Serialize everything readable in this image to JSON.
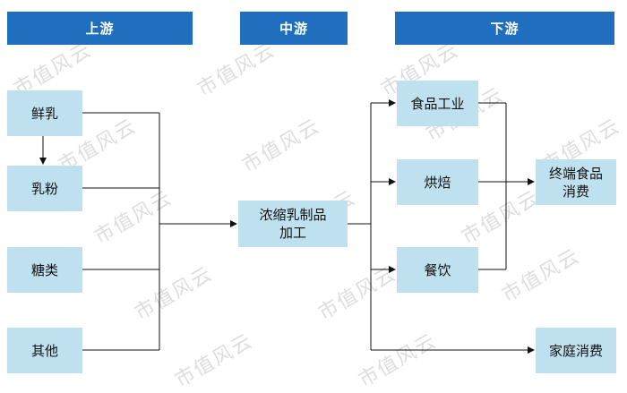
{
  "headers": {
    "upstream": "上游",
    "midstream": "中游",
    "downstream": "下游"
  },
  "upstream_nodes": {
    "fresh_milk": "鲜乳",
    "milk_powder": "乳粉",
    "sugar": "糖类",
    "other": "其他"
  },
  "midstream_node": {
    "line1": "浓缩乳制品",
    "line2": "加工"
  },
  "downstream_nodes": {
    "food_industry": "食品工业",
    "baking": "烘焙",
    "catering": "餐饮"
  },
  "end_nodes": {
    "terminal_food_line1": "终端食品",
    "terminal_food_line2": "消费",
    "household": "家庭消费"
  },
  "watermark": "市值风云",
  "colors": {
    "header_bg": "#1f6fbe",
    "box_bg": "#bfe0ee",
    "line": "#111111",
    "watermark": "#d8d8d8"
  }
}
